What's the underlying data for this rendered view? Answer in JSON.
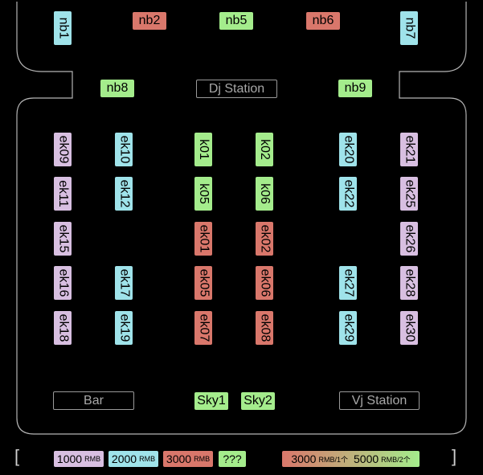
{
  "areas": {
    "dj_station": "Dj Station",
    "bar": "Bar",
    "vj_station": "Vj Station"
  },
  "tables": {
    "nb1": "nb1",
    "nb2": "nb2",
    "nb5": "nb5",
    "nb6": "nb6",
    "nb7": "nb7",
    "nb8": "nb8",
    "nb9": "nb9",
    "ek09": "ek09",
    "ek10": "ek10",
    "k01": "k01",
    "k02": "k02",
    "ek20": "ek20",
    "ek21": "ek21",
    "ek11": "ek11",
    "ek12": "ek12",
    "k05": "k05",
    "k06": "k06",
    "ek22": "ek22",
    "ek25": "ek25",
    "ek15": "ek15",
    "ek01": "ek01",
    "ek02": "ek02",
    "ek26": "ek26",
    "ek16": "ek16",
    "ek17": "ek17",
    "ek05": "ek05",
    "ek06": "ek06",
    "ek27": "ek27",
    "ek28": "ek28",
    "ek18": "ek18",
    "ek19": "ek19",
    "ek07": "ek07",
    "ek08": "ek08",
    "ek29": "ek29",
    "ek30": "ek30",
    "sky1": "Sky1",
    "sky2": "Sky2"
  },
  "legend": {
    "open_bracket": "[",
    "close_bracket": "]",
    "lilac_value": "1000",
    "cyan_value": "2000",
    "red_value": "3000",
    "unit": "RMB",
    "green_label": "???",
    "combo_value_1": "3000",
    "combo_unit_1": "RMB/1个",
    "combo_value_2": "5000",
    "combo_unit_2": "RMB/2个"
  },
  "colors": {
    "lilac": "#d8bfe1",
    "cyan": "#9fe3ea",
    "red": "#d9776b",
    "green": "#a4ec8c",
    "outline": "#b5b5b5"
  }
}
